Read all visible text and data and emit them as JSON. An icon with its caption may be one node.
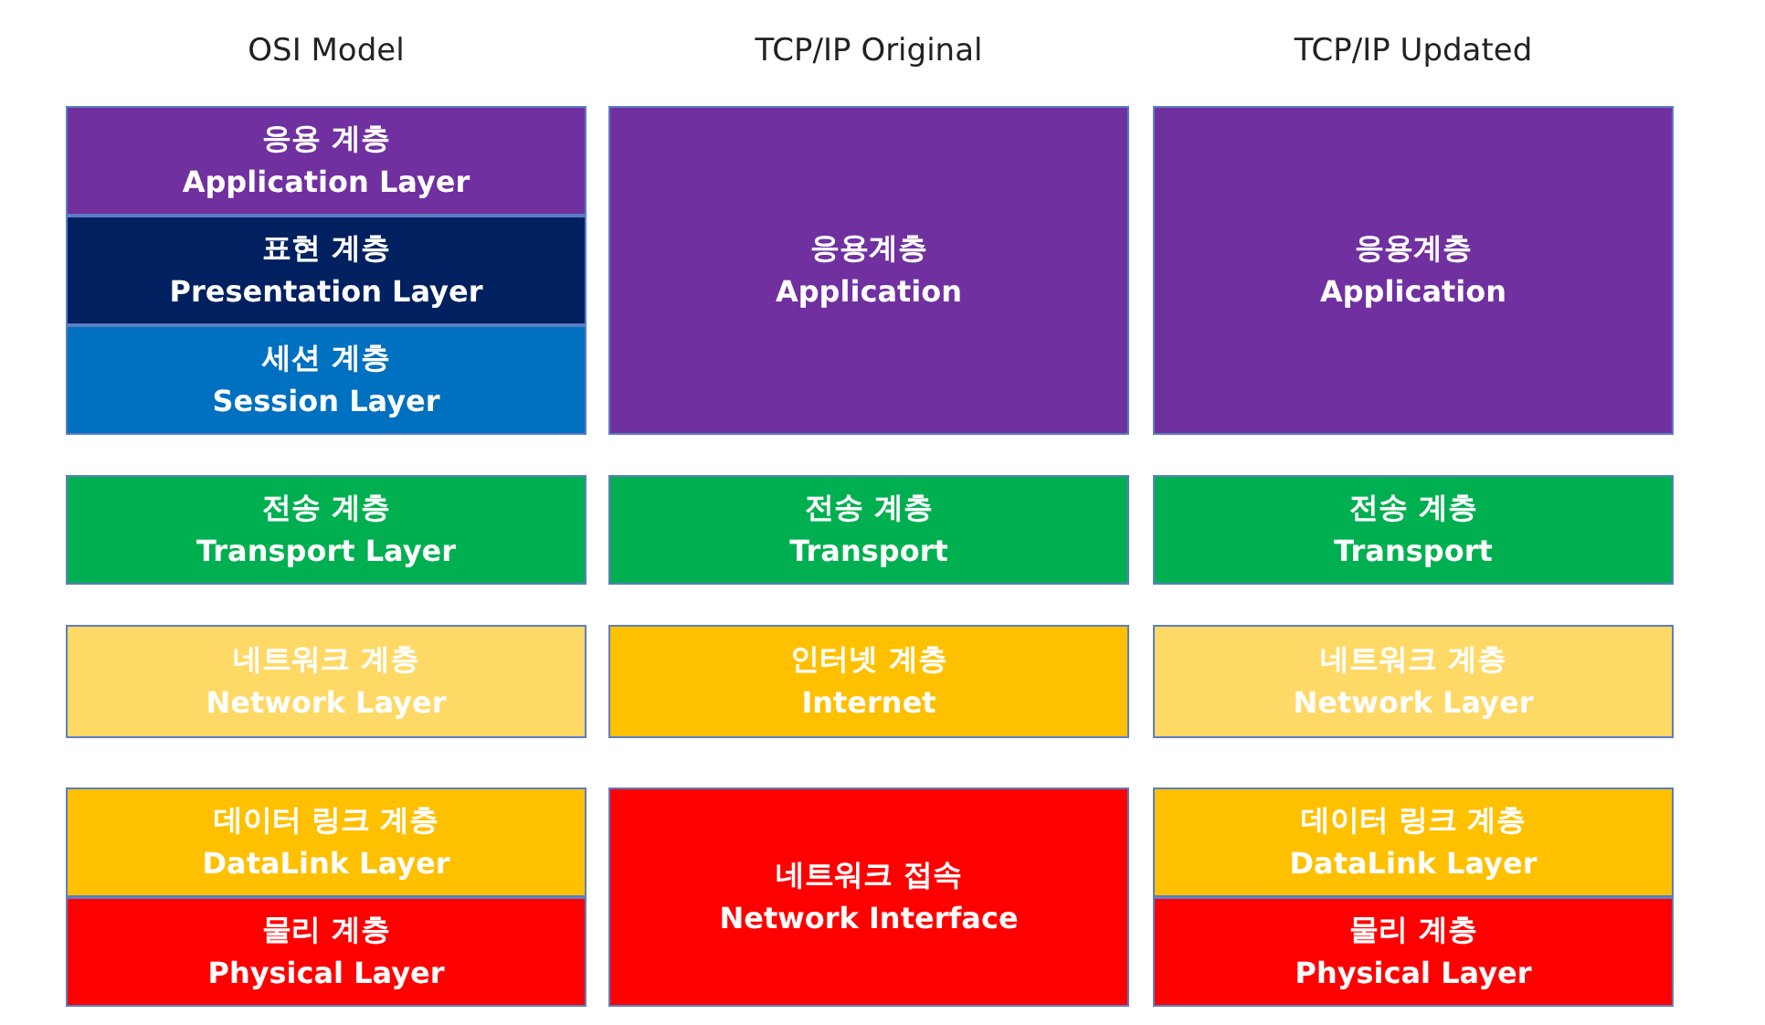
{
  "diagram": {
    "nodes": [
      {
        "text": [
          "응용 계층",
          "Application Layer"
        ]
      },
      {
        "text": [
          "표현 계층",
          "Presentation Layer"
        ]
      },
      {
        "text": [
          "세션 계층",
          "Session Layer"
        ]
      },
      {
        "text": [
          "전송 계층",
          "Transport Layer"
        ]
      },
      {
        "text": [
          "네트워크 계층",
          "Network Layer"
        ]
      },
      {
        "text": [
          "데이터 링크 계층",
          "DataLink Layer"
        ]
      },
      {
        "text": [
          "물리 계층",
          "Physical Layer"
        ]
      },
      {
        "text": [
          "응용계층",
          "Application"
        ]
      },
      {
        "text": [
          "전송 계층",
          "Transport"
        ]
      },
      {
        "text": [
          "인터넷 계층",
          "Internet"
        ]
      },
      {
        "text": [
          "네트워크 접속",
          "Network Interface"
        ]
      },
      {
        "text": [
          "응용계층",
          "Application"
        ]
      },
      {
        "text": [
          "전송 계층",
          "Transport"
        ]
      },
      {
        "text": [
          "네트워크 계층",
          "Network Layer"
        ]
      },
      {
        "text": [
          "데이터 링크 계층",
          "DataLink Layer"
        ]
      },
      {
        "text": [
          "물리 계층",
          "Physical Layer"
        ]
      }
    ],
    "labels": [
      "OSI Model",
      "TCP/IP Original",
      "TCP/IP Updated"
    ]
  }
}
